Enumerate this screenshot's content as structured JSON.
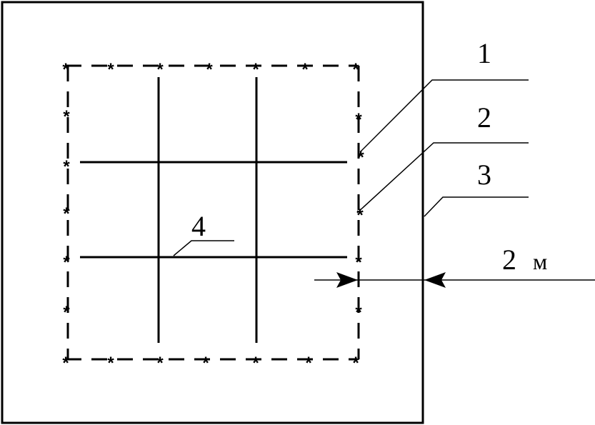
{
  "labels": {
    "callout_1": "1",
    "callout_2": "2",
    "callout_3": "3",
    "callout_4": "4",
    "dimension_value": "2",
    "dimension_unit": "м"
  },
  "marker_symbol": "*",
  "colors": {
    "line": "#000000",
    "background": "#ffffff"
  }
}
